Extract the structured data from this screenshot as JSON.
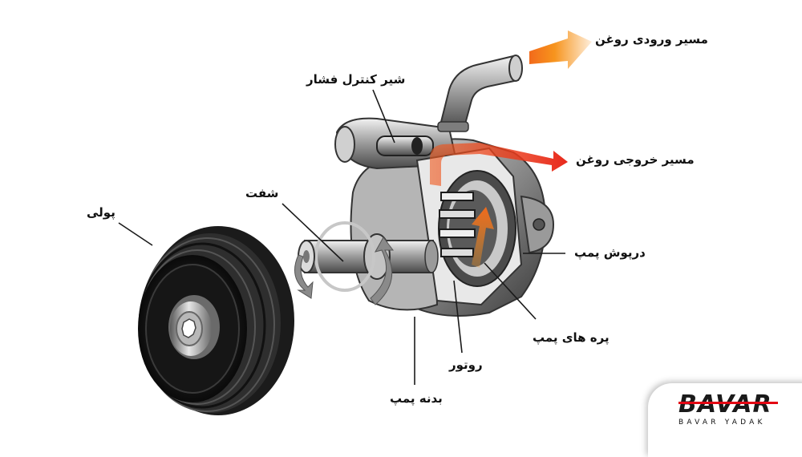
{
  "labels": {
    "oil_inlet": "مسیر ورودی روغن",
    "pressure_valve": "شیر کنترل فشار",
    "oil_outlet": "مسیر خروجی روغن",
    "shaft": "شفت",
    "pulley": "پولی",
    "pump_cover": "درپوش پمپ",
    "pump_vanes": "پره های پمپ",
    "rotor": "روتور",
    "pump_body": "بدنه پمپ"
  },
  "brand": {
    "logo_text": "BAVAR",
    "subtitle": "BAVAR YADAK"
  },
  "colors": {
    "arrow_orange": "#f7941d",
    "arrow_red": "#e8291c",
    "metal_dark": "#2b2b2b",
    "metal_light": "#d9d9d9"
  }
}
